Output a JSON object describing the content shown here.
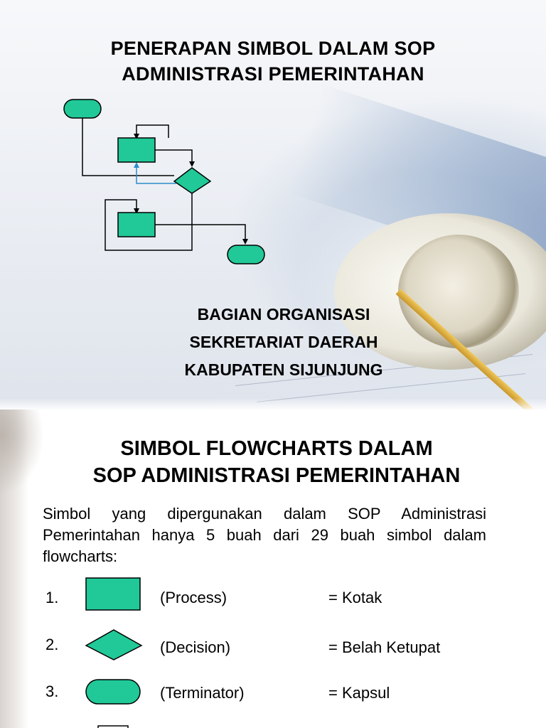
{
  "slide1": {
    "title_line1": "PENERAPAN SIMBOL DALAM SOP",
    "title_line2": "ADMINISTRASI PEMERINTAHAN",
    "org_line1": "BAGIAN ORGANISASI",
    "org_line2": "SEKRETARIAT DAERAH",
    "org_line3": "KABUPATEN SIJUNJUNG",
    "flow_color": "#20c997",
    "arrow_color": "#2a8ec9"
  },
  "slide2": {
    "title_line1": "SIMBOL FLOWCHARTS DALAM",
    "title_line2": "SOP ADMINISTRASI PEMERINTAHAN",
    "paragraph": "Simbol yang dipergunakan dalam SOP Administrasi Pemerintahan hanya 5 buah dari 29 buah simbol dalam flowcharts:",
    "symbols": [
      {
        "number": "1.",
        "shape": "rectangle",
        "label": "(Process)",
        "meaning": "=  Kotak"
      },
      {
        "number": "2.",
        "shape": "diamond",
        "label": "(Decision)",
        "meaning": "=  Belah Ketupat"
      },
      {
        "number": "3.",
        "shape": "capsule",
        "label": "(Terminator)",
        "meaning": "=  Kapsul"
      }
    ],
    "shape_color": "#20c997"
  }
}
